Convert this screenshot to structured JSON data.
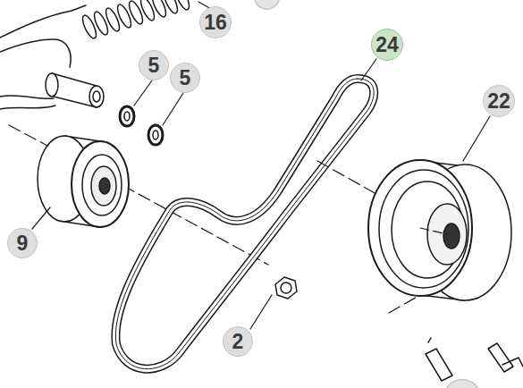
{
  "diagram": {
    "labels": [
      "16",
      "24",
      "5",
      "5",
      "22",
      "9",
      "2"
    ]
  }
}
